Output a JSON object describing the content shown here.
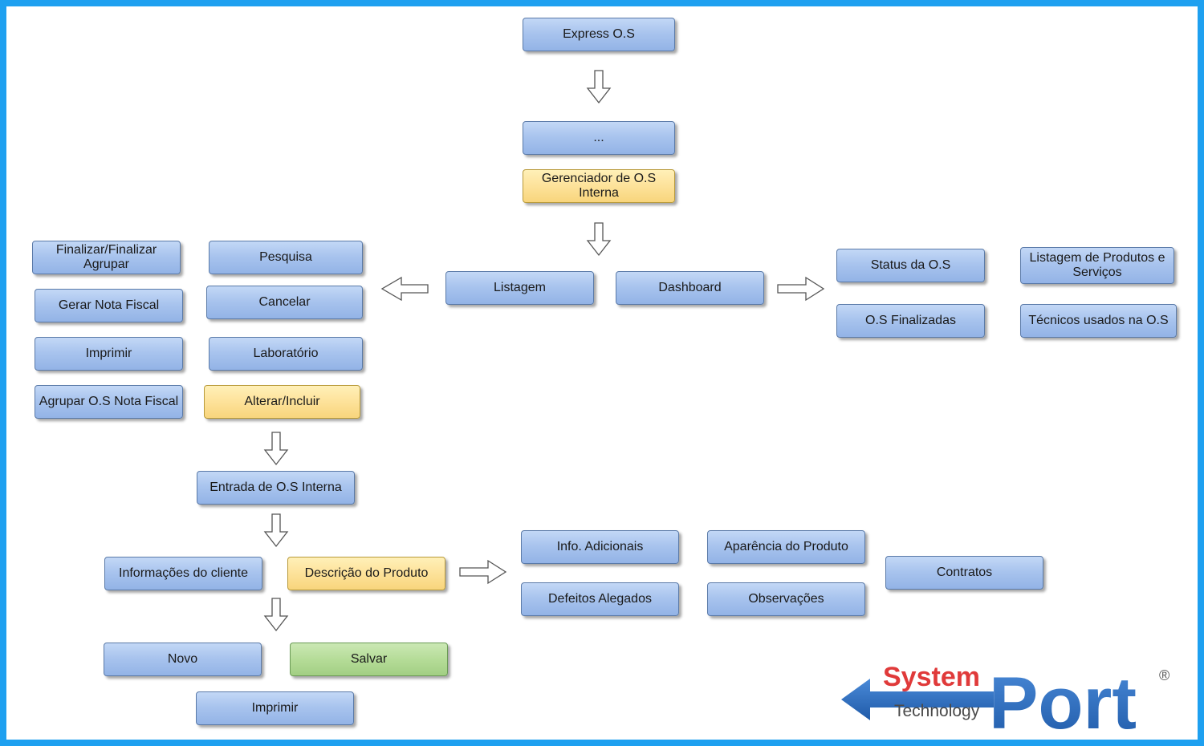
{
  "colors": {
    "frame": "#1ea0f0",
    "node_blue": "#a9c4ee",
    "node_yellow": "#fde29a",
    "node_green": "#b5dc98",
    "logo_red": "#e03a3a",
    "logo_blue": "#2b6cb8"
  },
  "nodes": {
    "express_os": "Express O.S",
    "ellipsis": "...",
    "gerenciador": "Gerenciador de O.S Interna",
    "listagem": "Listagem",
    "dashboard": "Dashboard",
    "finalizar_agrupar": "Finalizar/Finalizar Agrupar",
    "pesquisa": "Pesquisa",
    "gerar_nota_fiscal": "Gerar Nota Fiscal",
    "cancelar": "Cancelar",
    "imprimir_list": "Imprimir",
    "laboratorio": "Laboratório",
    "agrupar_os_nota": "Agrupar O.S Nota Fiscal",
    "alterar_incluir": "Alterar/Incluir",
    "status_os": "Status da O.S",
    "listagem_produtos": "Listagem de Produtos e Serviços",
    "os_finalizadas": "O.S Finalizadas",
    "tecnicos": "Técnicos usados na O.S",
    "entrada_os": "Entrada de O.S Interna",
    "info_cliente": "Informações do cliente",
    "descricao_produto": "Descrição do Produto",
    "info_adicionais": "Info. Adicionais",
    "aparencia_produto": "Aparência do Produto",
    "defeitos_alegados": "Defeitos Alegados",
    "observacoes": "Observações",
    "contratos": "Contratos",
    "novo": "Novo",
    "salvar": "Salvar",
    "imprimir_entry": "Imprimir"
  },
  "logo": {
    "system": "System",
    "port": "Port",
    "technology": "Technology",
    "registered": "®"
  }
}
